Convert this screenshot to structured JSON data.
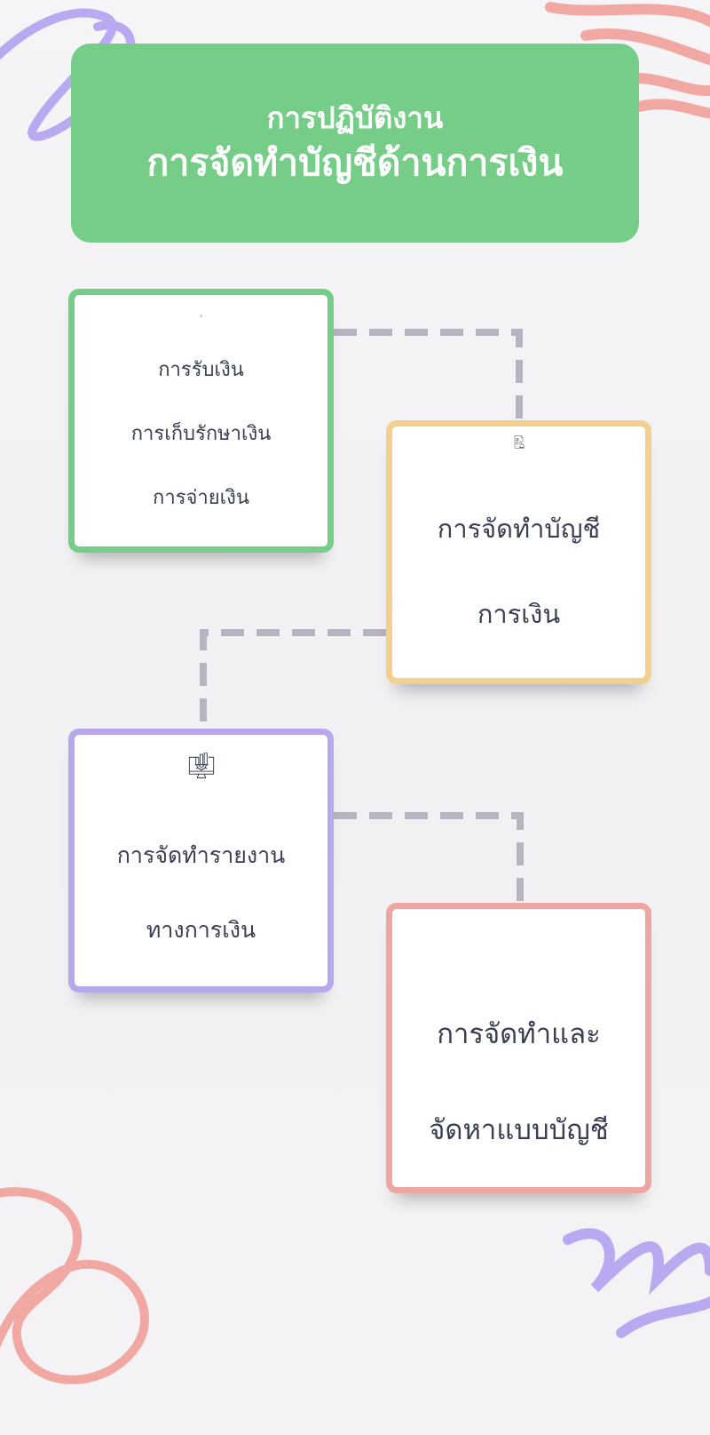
{
  "header": {
    "subtitle": "การปฏิบัติงาน",
    "title": "การจัดทำบัญชีด้านการเงิน"
  },
  "steps": [
    {
      "icon": "clipboard-checklist-icon",
      "lines": [
        "การรับเงิน",
        "การเก็บรักษาเงิน",
        "การจ่ายเงิน"
      ],
      "border_color": "#76cd88"
    },
    {
      "icon": "document-touch-icon",
      "lines": [
        "การจัดทำบัญชี",
        "การเงิน"
      ],
      "border_color": "#f4d08e"
    },
    {
      "icon": "monitor-chart-gear-icon",
      "lines": [
        "การจัดทำรายงาน",
        "ทางการเงิน"
      ],
      "border_color": "#b6a8ea"
    },
    {
      "icon": "laptop-gear-icon",
      "lines": [
        "การจัดทำและ",
        "จัดหาแบบบัญชี"
      ],
      "border_color": "#eea6a4"
    }
  ],
  "colors": {
    "header_bg": "#76cd88",
    "connector": "#b7b3c0",
    "icon_stroke": "#2b3242",
    "scribble_purple": "#b9a9f0",
    "scribble_pink": "#f2a8a2"
  }
}
